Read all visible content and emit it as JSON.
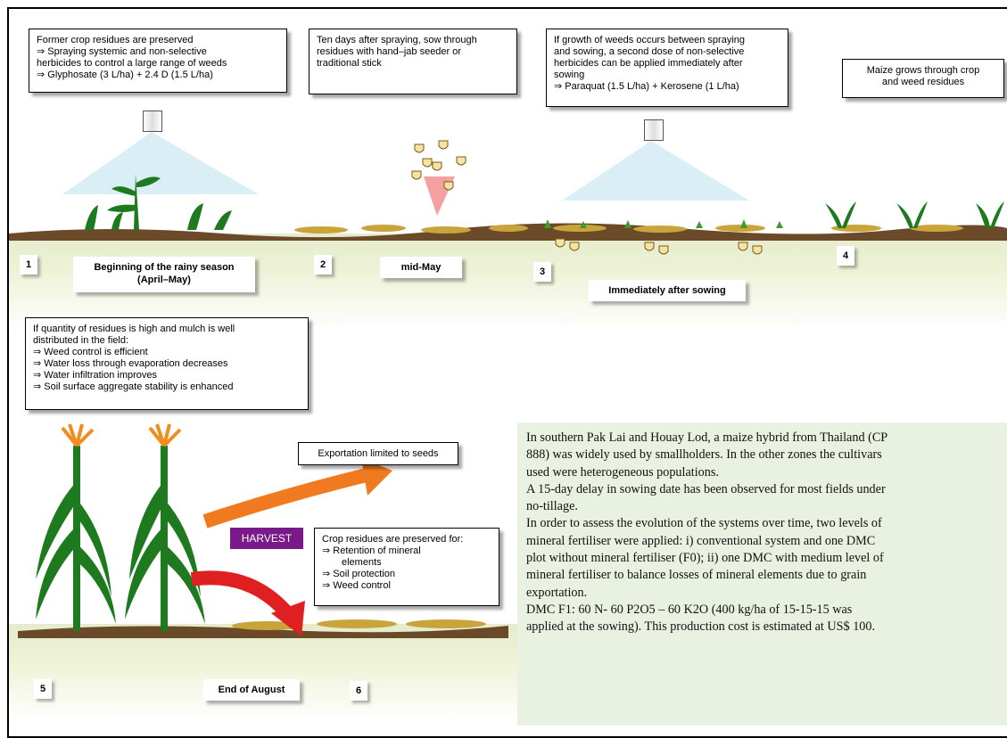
{
  "steps": {
    "s1": {
      "number": "1",
      "label_line1": "Beginning of the rainy season",
      "label_line2": "(April–May)"
    },
    "s2": {
      "number": "2",
      "label": "mid-May"
    },
    "s3": {
      "number": "3",
      "label": "Immediately after sowing"
    },
    "s4": {
      "number": "4"
    },
    "s5": {
      "number": "5"
    },
    "s6": {
      "number": "6"
    },
    "s56_label": "End of August"
  },
  "boxes": {
    "b1": {
      "line1": "Former crop residues are preserved",
      "line2": "Spraying systemic and non-selective",
      "line3": "herbicides to control a large range of weeds",
      "line4": "Glyphosate (3 L/ha) + 2.4 D (1.5 L/ha)"
    },
    "b2": {
      "line1": "Ten days after spraying, sow through",
      "line2": "residues with hand–jab seeder or",
      "line3": "traditional stick"
    },
    "b3": {
      "line1": "If growth of weeds occurs between spraying",
      "line2": "and sowing, a second dose of non-selective",
      "line3": "herbicides can be applied immediately after",
      "line4": "sowing",
      "line5": "Paraquat (1.5 L/ha) + Kerosene (1 L/ha)"
    },
    "b4": {
      "line1": "Maize grows through crop",
      "line2": "and weed residues"
    },
    "b5": {
      "line1": "If quantity of residues is high and mulch is well",
      "line2": "distributed in the field:",
      "line3": "Weed control is efficient",
      "line4": "Water loss through evaporation decreases",
      "line5": "Water infiltration improves",
      "line6": "Soil surface aggregate stability is enhanced"
    },
    "export": "Exportation limited to seeds",
    "residues": {
      "title": "Crop residues are preserved for:",
      "item1_a": "Retention of mineral",
      "item1_b": "elements",
      "item2": "Soil protection",
      "item3": "Weed control"
    }
  },
  "harvest_label": "HARVEST",
  "paragraph_lines": [
    "In southern Pak Lai and Houay Lod, a maize hybrid from Thailand (CP",
    "888) was widely used by smallholders. In the other zones the cultivars",
    "used were heterogeneous populations.",
    "A 15-day delay in sowing date has been observed for most fields under",
    "no-tillage.",
    "In order to assess the evolution of the systems over time, two levels of",
    "mineral fertiliser were applied: i) conventional system and one DMC",
    "plot without mineral fertiliser (F0); ii) one DMC with medium level of",
    "mineral fertiliser to balance losses of mineral elements due to grain",
    "exportation.",
    "DMC F1: 60 N- 60 P2O5 – 60 K2O (400 kg/ha of 15-15-15 was",
    "applied at the sowing). This production cost is estimated at US$ 100."
  ],
  "colors": {
    "harvest_bg": "#7a1a8a",
    "orange_arrow": "#f07a20",
    "red_arrow": "#e02020",
    "text_panel_bg": "#e9f2e0",
    "soil": "#6b4a2a",
    "plant_green": "#1e7a1e"
  }
}
